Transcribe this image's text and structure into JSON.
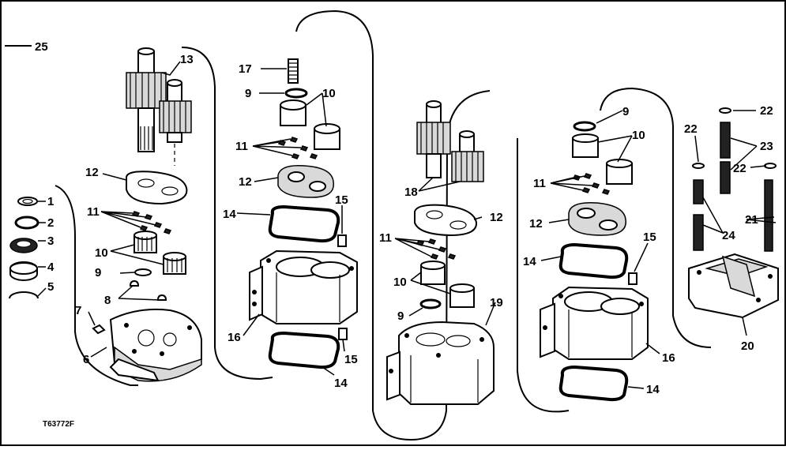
{
  "figure_id": "T63772F",
  "callouts": [
    {
      "id": "c25",
      "text": "25"
    },
    {
      "id": "c1",
      "text": "1"
    },
    {
      "id": "c2",
      "text": "2"
    },
    {
      "id": "c3",
      "text": "3"
    },
    {
      "id": "c4",
      "text": "4"
    },
    {
      "id": "c5",
      "text": "5"
    },
    {
      "id": "c6",
      "text": "6"
    },
    {
      "id": "c7",
      "text": "7"
    },
    {
      "id": "c8",
      "text": "8"
    },
    {
      "id": "c9a",
      "text": "9"
    },
    {
      "id": "c10a",
      "text": "10"
    },
    {
      "id": "c11a",
      "text": "11"
    },
    {
      "id": "c12a",
      "text": "12"
    },
    {
      "id": "c13",
      "text": "13"
    },
    {
      "id": "c17",
      "text": "17"
    },
    {
      "id": "c9b",
      "text": "9"
    },
    {
      "id": "c10b",
      "text": "10"
    },
    {
      "id": "c11b",
      "text": "11"
    },
    {
      "id": "c12b",
      "text": "12"
    },
    {
      "id": "c14a",
      "text": "14"
    },
    {
      "id": "c15a",
      "text": "15"
    },
    {
      "id": "c16a",
      "text": "16"
    },
    {
      "id": "c15b",
      "text": "15"
    },
    {
      "id": "c14b",
      "text": "14"
    },
    {
      "id": "c18",
      "text": "18"
    },
    {
      "id": "c12c",
      "text": "12"
    },
    {
      "id": "c11c",
      "text": "11"
    },
    {
      "id": "c10c",
      "text": "10"
    },
    {
      "id": "c9c",
      "text": "9"
    },
    {
      "id": "c19",
      "text": "19"
    },
    {
      "id": "c9d",
      "text": "9"
    },
    {
      "id": "c10d",
      "text": "10"
    },
    {
      "id": "c11d",
      "text": "11"
    },
    {
      "id": "c12d",
      "text": "12"
    },
    {
      "id": "c14c",
      "text": "14"
    },
    {
      "id": "c15c",
      "text": "15"
    },
    {
      "id": "c16b",
      "text": "16"
    },
    {
      "id": "c14d",
      "text": "14"
    },
    {
      "id": "c22a",
      "text": "22"
    },
    {
      "id": "c22b",
      "text": "22"
    },
    {
      "id": "c23",
      "text": "23"
    },
    {
      "id": "c22c",
      "text": "22"
    },
    {
      "id": "c21",
      "text": "21"
    },
    {
      "id": "c24",
      "text": "24"
    },
    {
      "id": "c20",
      "text": "20"
    }
  ]
}
